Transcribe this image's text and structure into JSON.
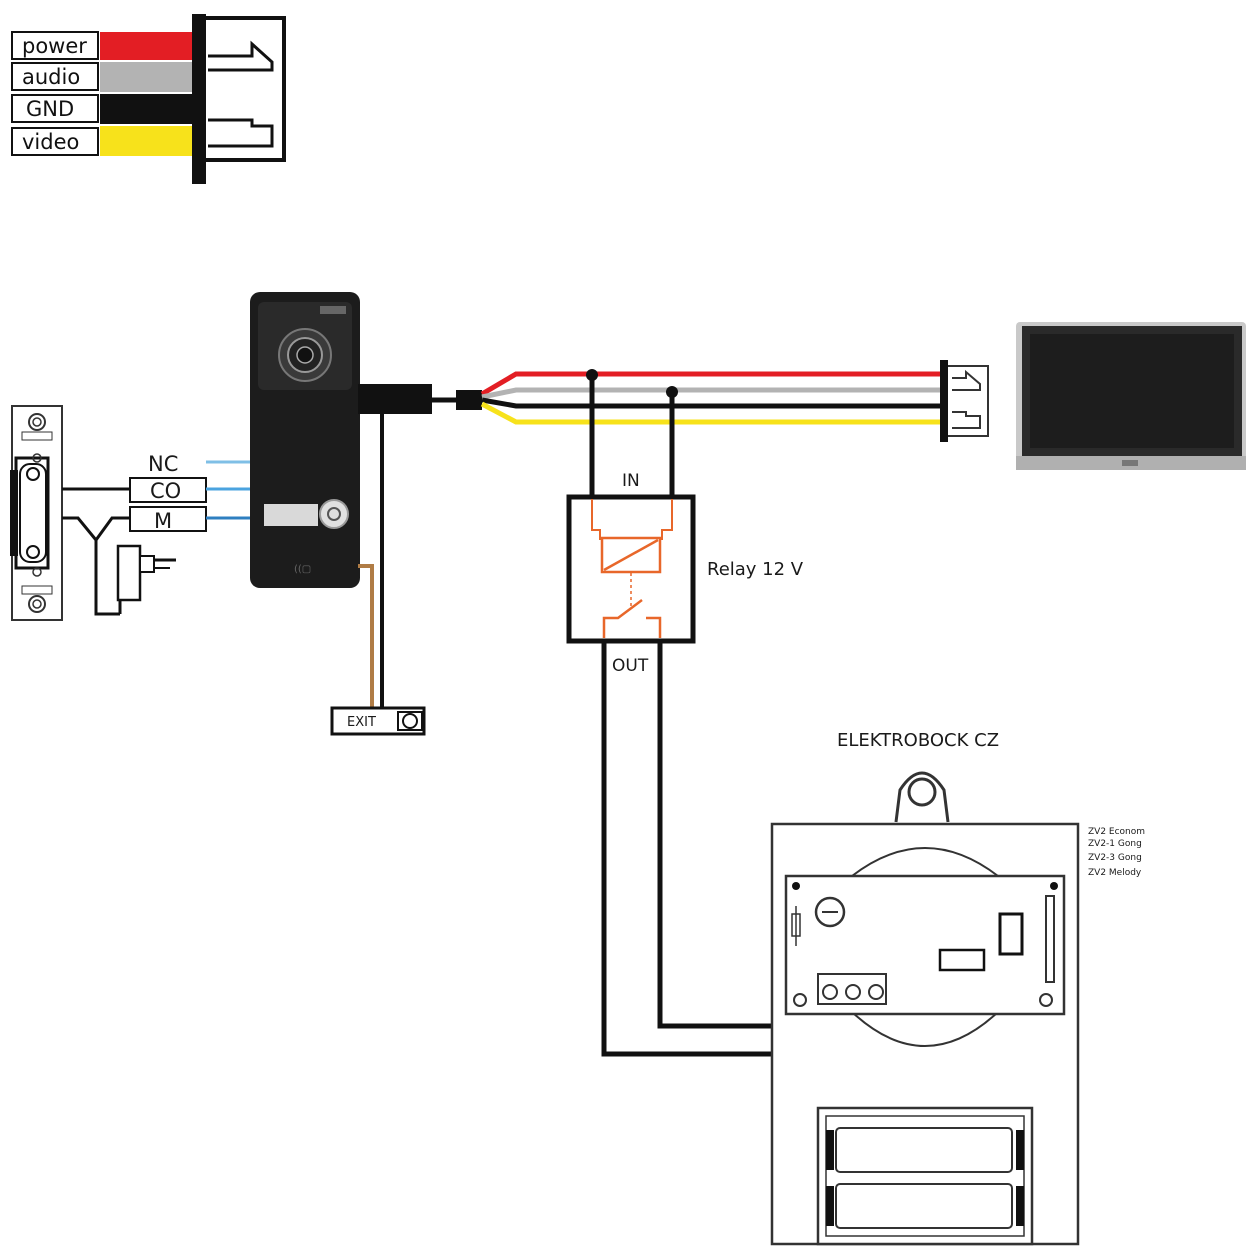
{
  "legend": {
    "items": [
      {
        "label": "power",
        "color": "#e31e24"
      },
      {
        "label": "audio",
        "color": "#b3b3b3"
      },
      {
        "label": "GND",
        "color": "#111111"
      },
      {
        "label": "video",
        "color": "#f7e21b"
      }
    ]
  },
  "lock": {
    "nc": "NC",
    "co": "CO",
    "m": "M"
  },
  "exit_button": {
    "label": "EXIT"
  },
  "relay": {
    "in_label": "IN",
    "out_label": "OUT",
    "name": "Relay 12 V"
  },
  "chime": {
    "brand": "ELEKTROBOCK CZ",
    "models": [
      "ZV2 Econom",
      "ZV2-1 Gong",
      "ZV2-3 Gong",
      "ZV2 Melody"
    ]
  },
  "wire_colors": {
    "power": "#e31e24",
    "audio": "#b3b3b3",
    "gnd": "#111111",
    "video": "#f7e21b",
    "relay_coil": "#e8672a",
    "exit_wire": "#b07c45",
    "lock_wire": "#4aa3df"
  }
}
